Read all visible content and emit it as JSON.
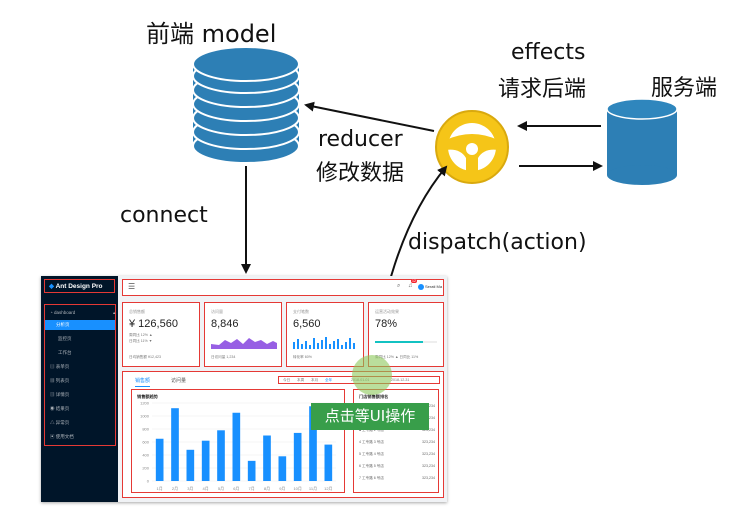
{
  "labels": {
    "frontend_model": "前端 model",
    "effects": "effects",
    "request_backend": "请求后端",
    "server": "服务端",
    "reducer": "reducer",
    "modify_data": "修改数据",
    "connect": "connect",
    "dispatch": "dispatch(action)",
    "click_ui": "点击等UI操作"
  },
  "colors": {
    "database": "#2d7fb5",
    "wheel": "#f5c518",
    "highlight_border": "#e53935",
    "sider": "#001529",
    "accent": "#1890ff",
    "badge": "#389e4a"
  },
  "icons": {
    "database": "database-icon",
    "steering_wheel": "steering-wheel-icon",
    "server": "server-cylinder-icon"
  },
  "app": {
    "logo": "Ant Design Pro",
    "menu": [
      {
        "label": "dashboard",
        "icon": "dashboard-icon"
      },
      {
        "label": "分析页",
        "selected": true
      },
      {
        "label": "监控页"
      },
      {
        "label": "工作台"
      },
      {
        "label": "表单页",
        "icon": "form-icon"
      },
      {
        "label": "列表页",
        "icon": "list-icon"
      },
      {
        "label": "详情页",
        "icon": "profile-icon"
      },
      {
        "label": "结果页",
        "icon": "check-icon"
      },
      {
        "label": "异常页",
        "icon": "warning-icon"
      },
      {
        "label": "使用文档",
        "icon": "book-icon"
      }
    ],
    "header": {
      "menu_icon": "menu-fold-icon",
      "user": "Serati Ma",
      "notice_count": "12"
    },
    "cards": [
      {
        "title": "总销售额",
        "value": "¥ 126,560",
        "line1": "周同比 12% ▲",
        "line2": "日同比 11% ▼",
        "footer": "日均销售额 ¥12,423"
      },
      {
        "title": "访问量",
        "value": "8,846",
        "footer": "日访问量 1,234"
      },
      {
        "title": "支付笔数",
        "value": "6,560",
        "footer": "转化率 60%"
      },
      {
        "title": "运营活动效果",
        "value": "78%",
        "footer": "周同比 12% ▲   日同比 11%",
        "progress": 0.78
      }
    ],
    "tabs": [
      "销售额",
      "访问量"
    ],
    "periods": [
      "今日",
      "本周",
      "本月",
      "全年",
      "2018-01-01",
      "2018-12-31"
    ],
    "sales_chart_title": "销售额趋势",
    "ranking_title": "门店销售额排名",
    "ranking": [
      {
        "rank": "1",
        "name": "工专路 0 号店",
        "value": "323,234"
      },
      {
        "rank": "2",
        "name": "工专路 1 号店",
        "value": "323,234"
      },
      {
        "rank": "3",
        "name": "工专路 2 号店",
        "value": "323,234"
      },
      {
        "rank": "4",
        "name": "工专路 3 号店",
        "value": "323,234"
      },
      {
        "rank": "5",
        "name": "工专路 4 号店",
        "value": "323,234"
      },
      {
        "rank": "6",
        "name": "工专路 5 号店",
        "value": "323,234"
      },
      {
        "rank": "7",
        "name": "工专路 6 号店",
        "value": "323,234"
      }
    ]
  },
  "chart_data": {
    "type": "bar",
    "categories": [
      "1月",
      "2月",
      "3月",
      "4月",
      "5月",
      "6月",
      "7月",
      "8月",
      "9月",
      "10月",
      "11月",
      "12月"
    ],
    "values": [
      650,
      1120,
      480,
      620,
      780,
      1050,
      310,
      700,
      380,
      740,
      1150,
      560
    ],
    "ylim": [
      0,
      1200
    ],
    "yticks": [
      "1200",
      "1000",
      "800",
      "600",
      "400",
      "200",
      "0"
    ]
  }
}
